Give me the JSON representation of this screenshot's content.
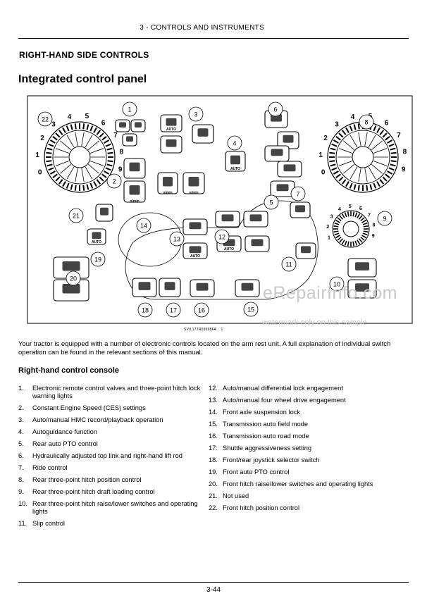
{
  "header": "3 - CONTROLS AND INSTRUMENTS",
  "section_title": "RIGHT-HAND SIDE CONTROLS",
  "page_title": "Integrated control panel",
  "figure": {
    "callouts": [
      "1",
      "2",
      "3",
      "4",
      "5",
      "6",
      "7",
      "8",
      "9",
      "10",
      "11",
      "12",
      "13",
      "14",
      "15",
      "16",
      "17",
      "18",
      "19",
      "20",
      "21",
      "22"
    ],
    "dial_scale": [
      "0",
      "1",
      "2",
      "3",
      "4",
      "5",
      "6",
      "7",
      "8",
      "9"
    ],
    "auto_label": "AUTO",
    "n_min_label": "n/min",
    "fig_id": "SVIL17TR03698FA",
    "fig_num": "1"
  },
  "intro": "Your tractor is equipped with a number of electronic controls located on the arm rest unit. A full explanation of individual switch operation can be found in the relevant sections of this manual.",
  "console_title": "Right-hand control console",
  "items_left": [
    {
      "num": "1.",
      "text": "Electronic remote control valves and three-point hitch lock warning lights"
    },
    {
      "num": "2.",
      "text": "Constant Engine Speed (CES) settings"
    },
    {
      "num": "3.",
      "text": "Auto/manual HMC record/playback operation"
    },
    {
      "num": "4.",
      "text": "Autoguidance function"
    },
    {
      "num": "5.",
      "text": "Rear auto PTO control"
    },
    {
      "num": "6.",
      "text": "Hydraulically adjusted top link and right-hand lift rod"
    },
    {
      "num": "7.",
      "text": "Ride control"
    },
    {
      "num": "8.",
      "text": "Rear three-point hitch position control"
    },
    {
      "num": "9.",
      "text": "Rear three-point hitch draft loading control"
    },
    {
      "num": "10.",
      "text": "Rear three-point hitch raise/lower switches and operating lights"
    },
    {
      "num": "11.",
      "text": "Slip control"
    }
  ],
  "items_right": [
    {
      "num": "12.",
      "text": "Auto/manual differential lock engagement"
    },
    {
      "num": "13.",
      "text": "Auto/manual four wheel drive engagement"
    },
    {
      "num": "14.",
      "text": "Front axle suspension lock"
    },
    {
      "num": "15.",
      "text": "Transmission auto field mode"
    },
    {
      "num": "16.",
      "text": "Transmission auto road mode"
    },
    {
      "num": "17.",
      "text": "Shuttle aggressiveness setting"
    },
    {
      "num": "18.",
      "text": "Front/rear joystick selector switch"
    },
    {
      "num": "19.",
      "text": "Front auto PTO control"
    },
    {
      "num": "20.",
      "text": "Front hitch raise/lower switches and operating lights"
    },
    {
      "num": "21.",
      "text": "Not used"
    },
    {
      "num": "22.",
      "text": "Front hitch position control"
    }
  ],
  "page_number": "3-44",
  "watermark": {
    "main": "eRepairInfo.com",
    "sub": "watermark only on this sample"
  }
}
